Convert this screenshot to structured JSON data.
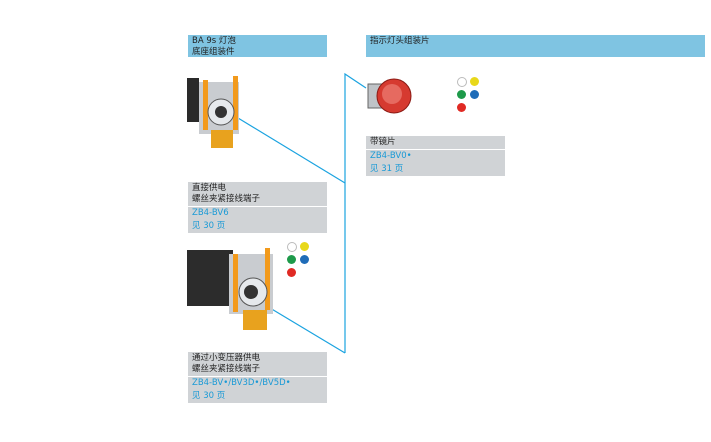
{
  "base_header": {
    "line1": "BA 9s 灯泡",
    "line2": "底座组装件"
  },
  "head_header": {
    "title": "指示灯头组装片"
  },
  "lens_box": {
    "title": "带镜片",
    "code": "ZB4-BV0•",
    "page": "见 31 页"
  },
  "direct_box": {
    "line1": "直接供电",
    "line2": "螺丝夹紧接线端子",
    "code": "ZB4-BV6",
    "page": "见 30 页"
  },
  "transformer_box": {
    "line1": "通过小变压器供电",
    "line2": "螺丝夹紧接线端子",
    "code": "ZB4-BV•/BV3D•/BV5D•",
    "page": "见 30 页"
  },
  "colors": {
    "accent": "#7fc4e2",
    "line": "#1aa3e0",
    "swatches": [
      "#ffffff",
      "#e8d81a",
      "#1e9a4a",
      "#1f6cb8",
      "#e02a24"
    ]
  }
}
